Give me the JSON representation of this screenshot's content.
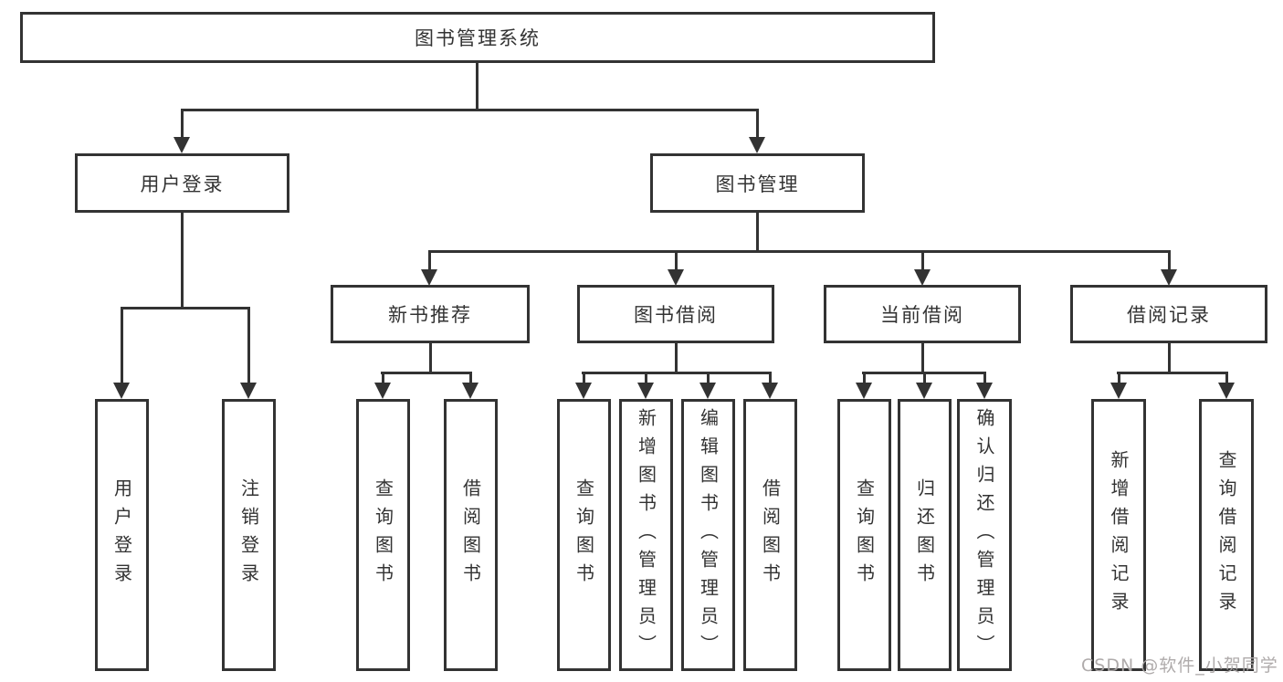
{
  "tree": {
    "root": {
      "label": "图书管理系统"
    },
    "children": [
      {
        "label": "用户登录",
        "leaves": [
          "用户登录",
          "注销登录"
        ]
      },
      {
        "label": "图书管理",
        "children": [
          {
            "label": "新书推荐",
            "leaves": [
              "查询图书",
              "借阅图书"
            ]
          },
          {
            "label": "图书借阅",
            "leaves": [
              "查询图书",
              "新增图书（管理员）",
              "编辑图书（管理员）",
              "借阅图书"
            ]
          },
          {
            "label": "当前借阅",
            "leaves": [
              "查询图书",
              "归还图书",
              "确认归还（管理员）"
            ]
          },
          {
            "label": "借阅记录",
            "leaves": [
              "新增借阅记录",
              "查询借阅记录"
            ]
          }
        ]
      }
    ]
  },
  "watermark": {
    "text": "CSDN @软件_小贺同学"
  },
  "colors": {
    "line": "#333333",
    "text": "#333333",
    "box_background": "#ffffff",
    "page_background": "#ffffff",
    "watermark": "#aba7a7"
  }
}
